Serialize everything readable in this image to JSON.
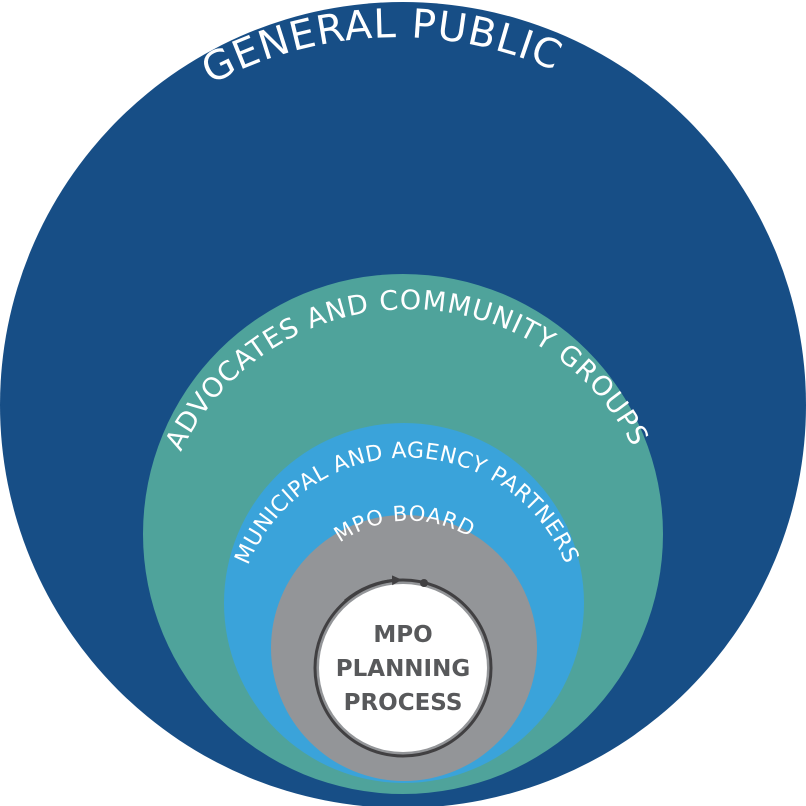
{
  "diagram": {
    "colors": {
      "general_public": "#174e86",
      "advocates": "#4fa39b",
      "municipal": "#3aa3da",
      "board": "#939598",
      "center_fill": "#ffffff",
      "center_ring": "#414042",
      "center_text": "#58595b",
      "label_text": "#ffffff"
    },
    "rings": {
      "general_public": {
        "label": "GENERAL PUBLIC"
      },
      "advocates": {
        "label": "ADVOCATES AND COMMUNITY GROUPS"
      },
      "municipal": {
        "label": "MUNICIPAL AND AGENCY PARTNERS"
      },
      "board": {
        "label": "MPO BOARD"
      }
    },
    "center": {
      "line1": "MPO",
      "line2": "PLANNING",
      "line3": "PROCESS"
    }
  }
}
